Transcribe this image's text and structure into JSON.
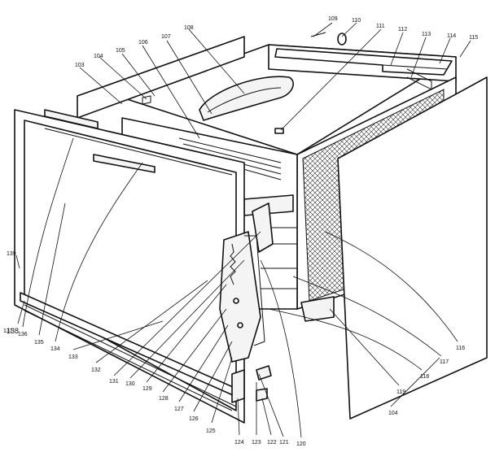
{
  "diagram": {
    "callouts": [
      {
        "id": "c103",
        "text": "103"
      },
      {
        "id": "c104",
        "text": "104"
      },
      {
        "id": "c105",
        "text": "105"
      },
      {
        "id": "c106",
        "text": "106"
      },
      {
        "id": "c107",
        "text": "107"
      },
      {
        "id": "c108",
        "text": "108"
      },
      {
        "id": "c109",
        "text": "109"
      },
      {
        "id": "c110",
        "text": "110"
      },
      {
        "id": "c111",
        "text": "111"
      },
      {
        "id": "c112",
        "text": "112"
      },
      {
        "id": "c113",
        "text": "113"
      },
      {
        "id": "c114",
        "text": "114"
      },
      {
        "id": "c115",
        "text": "115"
      },
      {
        "id": "c116",
        "text": "116"
      },
      {
        "id": "c117",
        "text": "117"
      },
      {
        "id": "c118",
        "text": "118"
      },
      {
        "id": "c119",
        "text": "119"
      },
      {
        "id": "c104b",
        "text": "104"
      },
      {
        "id": "c120",
        "text": "120"
      },
      {
        "id": "c121",
        "text": "121"
      },
      {
        "id": "c122",
        "text": "122"
      },
      {
        "id": "c123",
        "text": "123"
      },
      {
        "id": "c124",
        "text": "124"
      },
      {
        "id": "c125",
        "text": "125"
      },
      {
        "id": "c126",
        "text": "126"
      },
      {
        "id": "c127",
        "text": "127"
      },
      {
        "id": "c128",
        "text": "128"
      },
      {
        "id": "c129",
        "text": "129"
      },
      {
        "id": "c130",
        "text": "130"
      },
      {
        "id": "c131",
        "text": "131"
      },
      {
        "id": "c132",
        "text": "132"
      },
      {
        "id": "c133",
        "text": "133"
      },
      {
        "id": "c134",
        "text": "134"
      },
      {
        "id": "c135",
        "text": "135"
      },
      {
        "id": "c136",
        "text": "136"
      },
      {
        "id": "c137",
        "text": "137"
      },
      {
        "id": "c138",
        "text": "138"
      },
      {
        "id": "c139",
        "text": "139"
      }
    ]
  }
}
